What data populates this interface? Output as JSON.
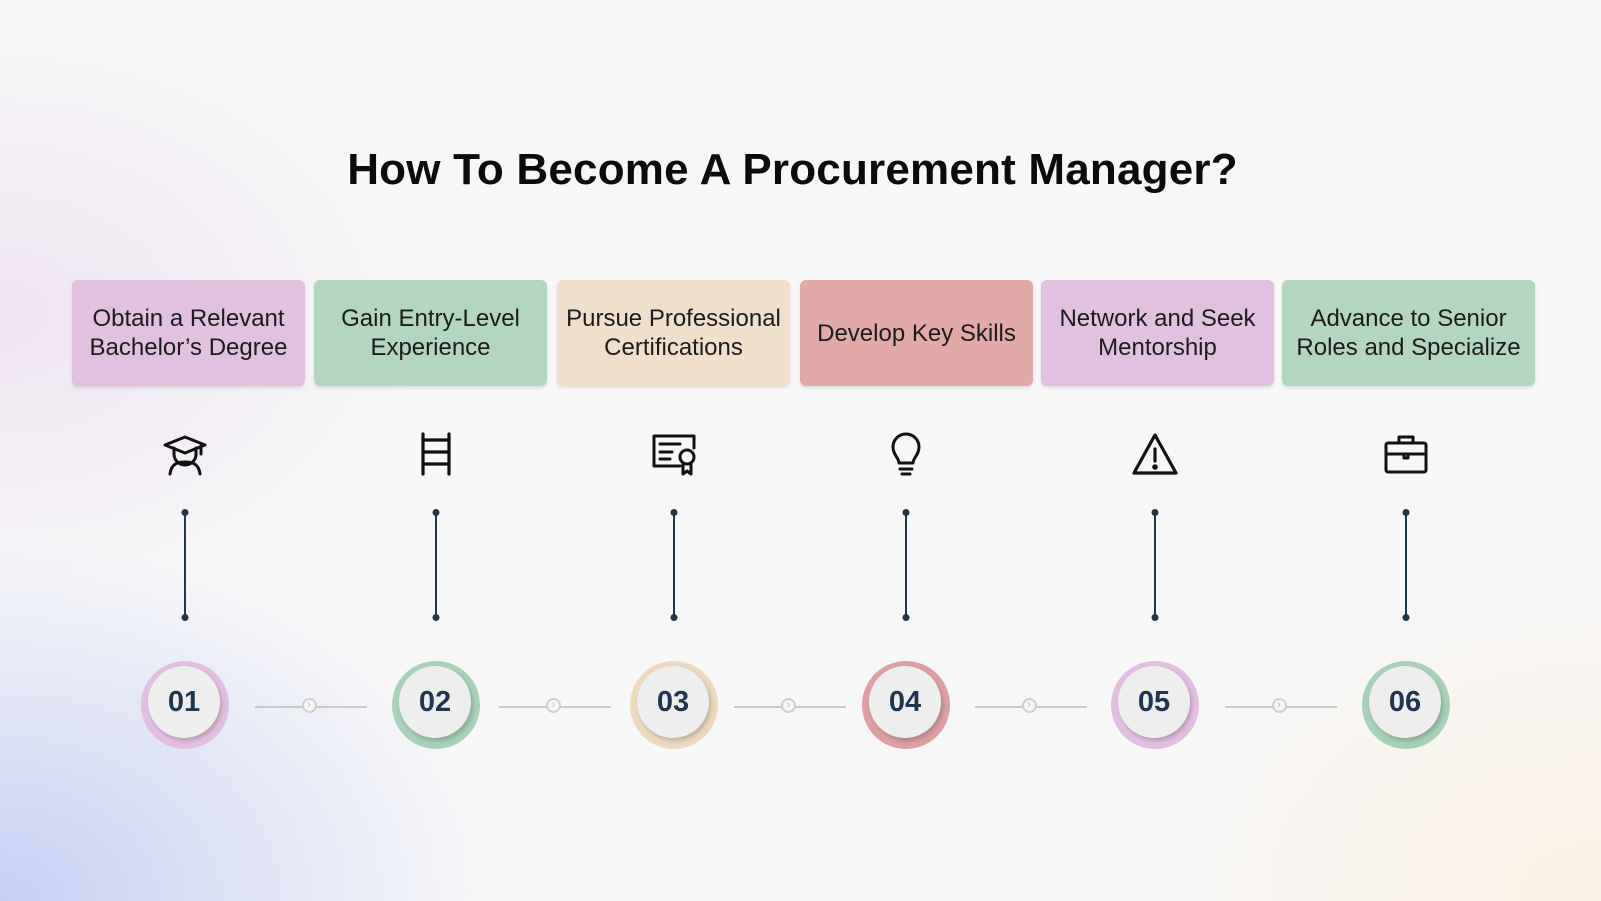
{
  "title": "How To Become A Procurement Manager?",
  "steps": [
    {
      "label": "Obtain a Relevant Bachelor’s Degree",
      "number": "01",
      "icon": "graduate-icon",
      "color": "#e2c0df",
      "ring": "#e2bfe0"
    },
    {
      "label": "Gain Entry-Level Experience",
      "number": "02",
      "icon": "ladder-icon",
      "color": "#b3d6c1",
      "ring": "#a9d0b8"
    },
    {
      "label": "Pursue Professional Certifications",
      "number": "03",
      "icon": "certificate-icon",
      "color": "#f0dfca",
      "ring": "#ecd9c0"
    },
    {
      "label": "Develop Key Skills",
      "number": "04",
      "icon": "lightbulb-icon",
      "color": "#e2a9a9",
      "ring": "#dca0a2"
    },
    {
      "label": "Network and Seek Mentorship",
      "number": "05",
      "icon": "warning-icon",
      "color": "#e2c0df",
      "ring": "#e2bfe0"
    },
    {
      "label": "Advance to Senior Roles and Specialize",
      "number": "06",
      "icon": "briefcase-icon",
      "color": "#b3d6c1",
      "ring": "#a9d0b8"
    }
  ],
  "connector_symbol": "›"
}
